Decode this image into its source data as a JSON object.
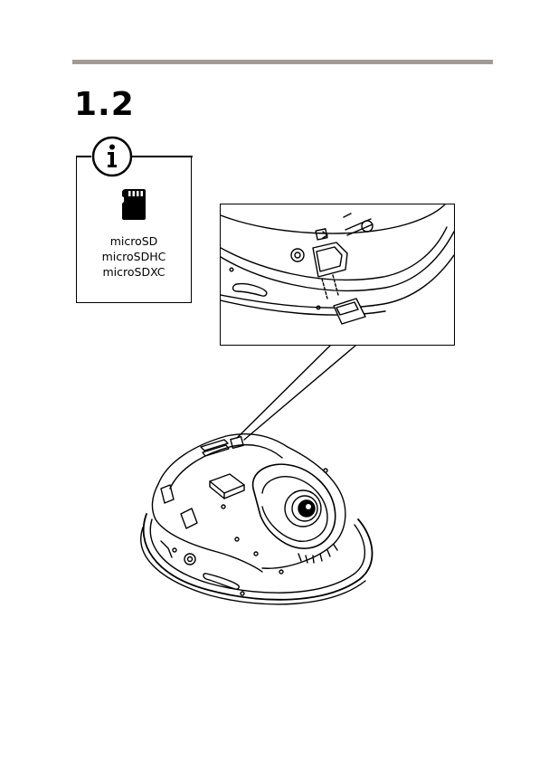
{
  "step": {
    "number": "1.2"
  },
  "info_panel": {
    "icon": "info-icon",
    "card_icon": "microsd-card-icon",
    "card_types": [
      "microSD",
      "microSDHC",
      "microSDXC"
    ]
  },
  "illustration": {
    "main": "dome-camera-illustration",
    "detail": "sd-card-slot-detail"
  },
  "colors": {
    "rule": "#a39a95",
    "ink": "#000000"
  }
}
